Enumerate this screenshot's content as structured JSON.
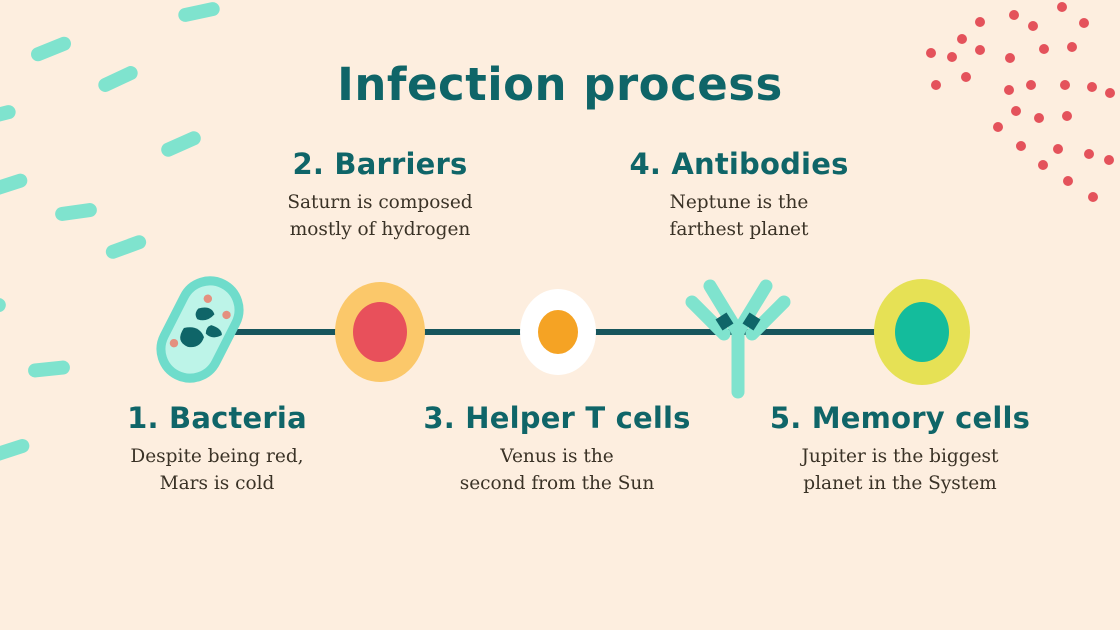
{
  "slide": {
    "title": "Infection process",
    "background_color": "#FDEEDF",
    "accent_teal": "#0F6568",
    "body_text_color": "#3A3226",
    "line_color": "#17555C"
  },
  "steps": [
    {
      "title": "1. Bacteria",
      "description": "Despite being red,\nMars is cold",
      "position": "below",
      "icon": "bacteria-capsule-icon",
      "colors": {
        "outline": "#6FDCCB",
        "fill": "#BDF4E8",
        "spots": "#0F6568",
        "dots": "#E4907F"
      }
    },
    {
      "title": "2. Barriers",
      "description": "Saturn is composed\nmostly of hydrogen",
      "position": "above",
      "icon": "cell-circle-icon",
      "colors": {
        "ring": "#FBC86A",
        "core": "#E8505B"
      }
    },
    {
      "title": "3. Helper T cells",
      "description": "Venus is the\nsecond from the Sun",
      "position": "below",
      "icon": "cell-circle-icon",
      "colors": {
        "ring": "#FFFFFF",
        "core": "#F5A324"
      }
    },
    {
      "title": "4. Antibodies",
      "description": "Neptune is the\nfarthest planet",
      "position": "above",
      "icon": "antibody-y-icon",
      "colors": {
        "arm": "#7FE3CE",
        "band": "#0F6568"
      }
    },
    {
      "title": "5. Memory cells",
      "description": "Jupiter is the biggest\nplanet in the System",
      "position": "below",
      "icon": "cell-circle-icon",
      "colors": {
        "ring": "#E6E155",
        "core": "#14BC9C"
      }
    }
  ],
  "decorations": {
    "dashes_color": "#7FE3CE",
    "dots_color": "#E4525B",
    "dashes_count": 11,
    "dots_count": 30
  }
}
